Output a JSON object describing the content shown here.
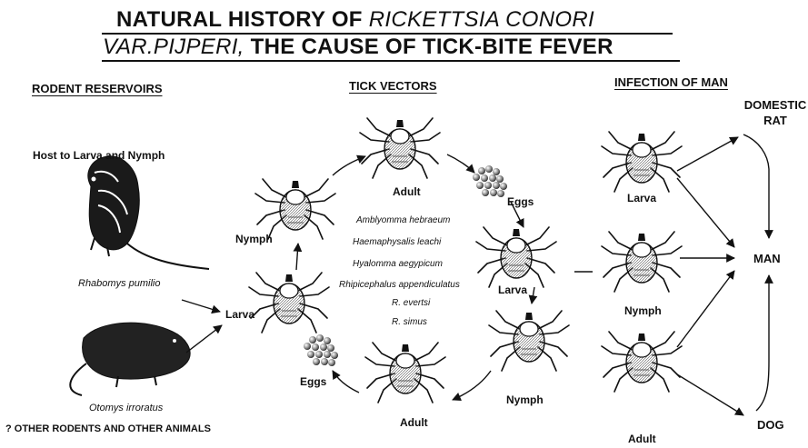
{
  "title": {
    "line1_bold": "NATURAL HISTORY OF ",
    "line1_italic": "RICKETTSIA CONORI",
    "line2_italic": "VAR.PIJPERI,",
    "line2_bold": " THE CAUSE OF TICK-BITE FEVER"
  },
  "sections": {
    "rodent_reservoirs": "RODENT RESERVOIRS",
    "tick_vectors": "TICK VECTORS",
    "infection_of_man": "INFECTION OF MAN"
  },
  "reservoirs": {
    "host_label": "Host to Larva and Nymph",
    "rodent1": "Rhabomys pumilio",
    "rodent2": "Otomys irroratus",
    "other": "? OTHER RODENTS AND OTHER ANIMALS"
  },
  "cycle": {
    "larva_left": "Larva",
    "nymph_left": "Nymph",
    "adult_top": "Adult",
    "eggs_right": "Eggs",
    "larva_right": "Larva",
    "nymph_right": "Nymph",
    "adult_bottom": "Adult",
    "eggs_left": "Eggs"
  },
  "species": [
    "Amblyomma hebraeum",
    "Haemaphysalis leachi",
    "Hyalomma aegypicum",
    "Rhipicephalus appendiculatus",
    "R. evertsi",
    "R. simus"
  ],
  "infection": {
    "larva": "Larva",
    "nymph": "Nymph",
    "adult": "Adult",
    "domestic": "DOMESTIC",
    "rat": "RAT",
    "man": "MAN",
    "dog": "DOG"
  }
}
